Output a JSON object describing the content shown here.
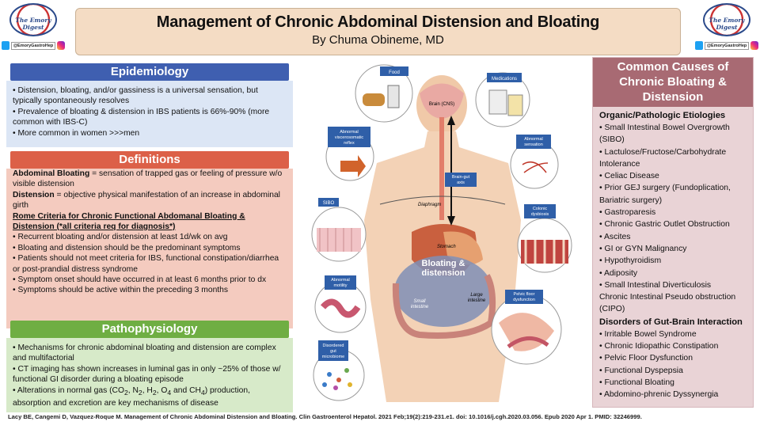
{
  "header": {
    "title": "Management of Chronic Abdominal Distension and Bloating",
    "author": "By Chuma Obineme, MD"
  },
  "logo": {
    "text": "The Emory Digest",
    "handle": "@EmoryGastroHep",
    "icons": [
      "twitter-icon",
      "instagram-icon"
    ]
  },
  "epidemiology": {
    "heading": "Epidemiology",
    "bullets": [
      "Distension, bloating, and/or gassiness is a universal sensation, but typically spontaneously resolves",
      "Prevalence of bloating & distension in IBS patients is 66%-90% (more common with IBS-C)",
      "More common in women >>>men"
    ]
  },
  "definitions": {
    "heading": "Definitions",
    "abdominal_bloating_term": "Abdominal Bloating",
    "abdominal_bloating_text": " = sensation of trapped gas or feeling of pressure w/o visible distension",
    "distension_term": "Distension",
    "distension_text": " = objective physical manifestation of an increase in abdominal girth",
    "rome_title": "Rome Criteria for Chronic Functional Abdomanal Bloating & Distension (*all criteria req for diagnosis*)",
    "bullets": [
      "Recurrent bloating and/or distension at least 1d/wk on avg",
      "Bloating and distension should be the predominant symptoms",
      "Patients should not meet criteria for IBS, functional constipation/diarrhea or post-prandial distress syndrome",
      "Symptom onset should have occurred in at least 6 months prior to dx",
      "Symptoms should be active within the preceding 3 months"
    ]
  },
  "pathophysiology": {
    "heading": "Pathophysiology",
    "bullets": [
      "Mechanisms for chronic abdominal bloating and distension are complex and multifactorial",
      "CT imaging has shown increases in luminal gas in only ~25% of those w/ functional GI disorder during a bloating episode"
    ],
    "gas_prefix": "Alterations in normal gas (CO",
    "gas_sub": [
      "2",
      "2",
      "2",
      "4"
    ],
    "gas_parts": [
      ", N",
      ", H",
      ", O",
      " and CH",
      ") production, absorption and excretion are key mechanisms of disease"
    ]
  },
  "causes": {
    "heading": "Common Causes of Chronic Bloating & Distension",
    "organic_heading": "Organic/Pathologic Etiologies",
    "organic": [
      "Small Intestinal Bowel Overgrowth (SIBO)",
      "Lactulose/Fructose/Carbohydrate Intolerance",
      "Celiac Disease",
      "Prior GEJ surgery (Fundoplication, Bariatric surgery)",
      "Gastroparesis",
      "Chronic Gastric Outlet Obstruction",
      "Ascites",
      "GI or GYN Malignancy",
      "Hypothyroidism",
      "Adiposity",
      "Small Intestinal Diverticulosis"
    ],
    "cipo": "Chronic Intestinal Pseudo obstruction (CIPO)",
    "gut_brain_heading": "Disorders of Gut-Brain Interaction",
    "gut_brain": [
      "Irritable Bowel Syndrome",
      "Chronic Idiopathic Constipation",
      "Pelvic Floor Dysfunction",
      "Functional Dyspepsia",
      "Functional Bloating",
      "Abdomino-phrenic Dyssynergia"
    ]
  },
  "figure": {
    "labels": {
      "food": "Food",
      "medications": "Medications",
      "brain": "Brain (CNS)",
      "viscerosomatic_1": "Abnormal",
      "viscerosomatic_2": "viscerosomatic",
      "viscerosomatic_3": "reflex",
      "abn_sensation_1": "Abnormal",
      "abn_sensation_2": "sensation",
      "brain_gut_1": "Brain-gut",
      "brain_gut_2": "axis",
      "sibo": "SIBO",
      "diaphragm": "Diaphragm",
      "colonic_1": "Colonic",
      "colonic_2": "dysbiosis",
      "stomach": "Stomach",
      "bloating_1": "Bloating &",
      "bloating_2": "distension",
      "abn_motility_1": "Abnormal",
      "abn_motility_2": "motility",
      "small_1": "Small",
      "small_2": "intestine",
      "large_1": "Large",
      "large_2": "intestine",
      "pelvic_1": "Pelvic floor",
      "pelvic_2": "dysfunction",
      "microbiome_1": "Disordered",
      "microbiome_2": "gut",
      "microbiome_3": "microbiome"
    }
  },
  "citation": "Lacy BE, Cangemi D, Vazquez-Roque M. Management of Chronic Abdominal Distension and Bloating. Clin Gastroenterol Hepatol. 2021 Feb;19(2):219-231.e1. doi: 10.1016/j.cgh.2020.03.056. Epub 2020 Apr 1. PMID: 32246999."
}
